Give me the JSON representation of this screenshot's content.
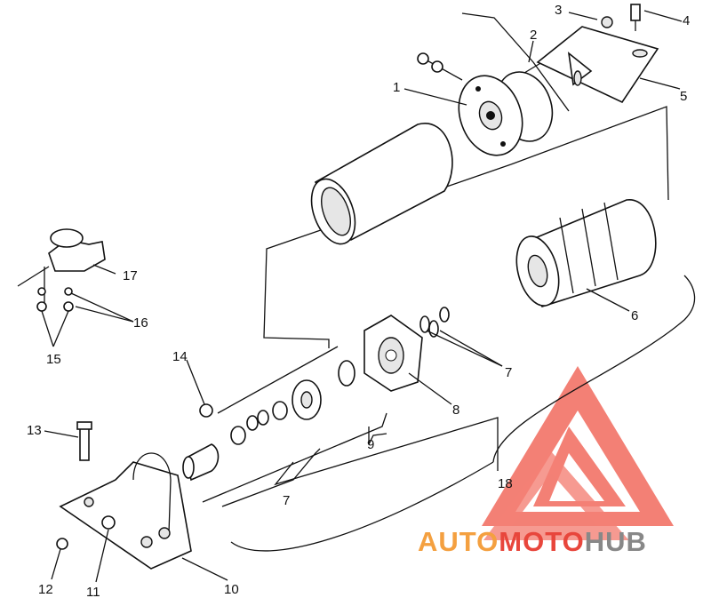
{
  "diagram": {
    "callouts": [
      {
        "id": "c1",
        "text": "1"
      },
      {
        "id": "c2",
        "text": "2"
      },
      {
        "id": "c3",
        "text": "3"
      },
      {
        "id": "c4",
        "text": "4"
      },
      {
        "id": "c5",
        "text": "5"
      },
      {
        "id": "c6",
        "text": "6"
      },
      {
        "id": "c7a",
        "text": "7"
      },
      {
        "id": "c7b",
        "text": "7"
      },
      {
        "id": "c8",
        "text": "8"
      },
      {
        "id": "c9",
        "text": "9"
      },
      {
        "id": "c10",
        "text": "10"
      },
      {
        "id": "c11",
        "text": "11"
      },
      {
        "id": "c12",
        "text": "12"
      },
      {
        "id": "c13",
        "text": "13"
      },
      {
        "id": "c14",
        "text": "14"
      },
      {
        "id": "c15",
        "text": "15"
      },
      {
        "id": "c16",
        "text": "16"
      },
      {
        "id": "c17",
        "text": "17"
      },
      {
        "id": "c18",
        "text": "18"
      }
    ]
  },
  "watermark": {
    "part1": "AUTO",
    "part2": "MOTO",
    "part3": "HUB",
    "colors": {
      "orange": "#f4a040",
      "red": "#e8463c",
      "gray": "#888888"
    }
  }
}
